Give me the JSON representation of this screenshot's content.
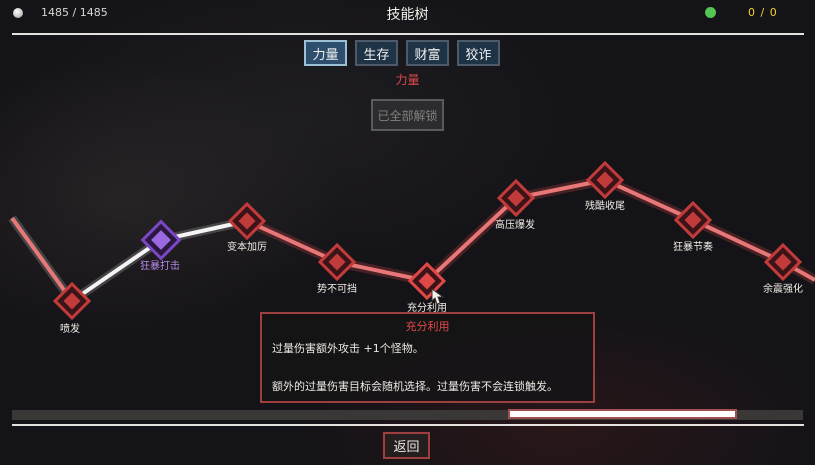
{
  "header": {
    "hp_icon": "white-orb-icon",
    "hp": "1485 / 1485",
    "title": "技能树",
    "gem_icon": "green-gem-icon",
    "gems": "0 / 0"
  },
  "tabs": [
    {
      "label": "力量",
      "active": true
    },
    {
      "label": "生存",
      "active": false
    },
    {
      "label": "财富",
      "active": false
    },
    {
      "label": "狡诈",
      "active": false
    }
  ],
  "category_label": "力量",
  "unlock_all_button": "已全部解锁",
  "nodes": [
    {
      "label": "喷发",
      "state": "unlocked"
    },
    {
      "label": "狂暴打击",
      "state": "selected"
    },
    {
      "label": "变本加厉",
      "state": "unlocked"
    },
    {
      "label": "势不可挡",
      "state": "unlocked"
    },
    {
      "label": "充分利用",
      "state": "unlocked"
    },
    {
      "label": "高压爆发",
      "state": "unlocked"
    },
    {
      "label": "残酷收尾",
      "state": "unlocked"
    },
    {
      "label": "狂暴节奏",
      "state": "unlocked"
    },
    {
      "label": "余震强化",
      "state": "unlocked"
    }
  ],
  "tooltip": {
    "title": "充分利用",
    "line1": "过量伤害额外攻击 +1个怪物。",
    "line2": "额外的过量伤害目标会随机选择。过量伤害不会连锁触发。"
  },
  "back_button": "返回",
  "colors": {
    "accent_red": "#e04848",
    "node_red": "#c23b3b",
    "node_purple": "#7b47c2",
    "path_white": "#f4f4f4",
    "path_red": "#e87878",
    "gem_value": "#f0d233"
  }
}
